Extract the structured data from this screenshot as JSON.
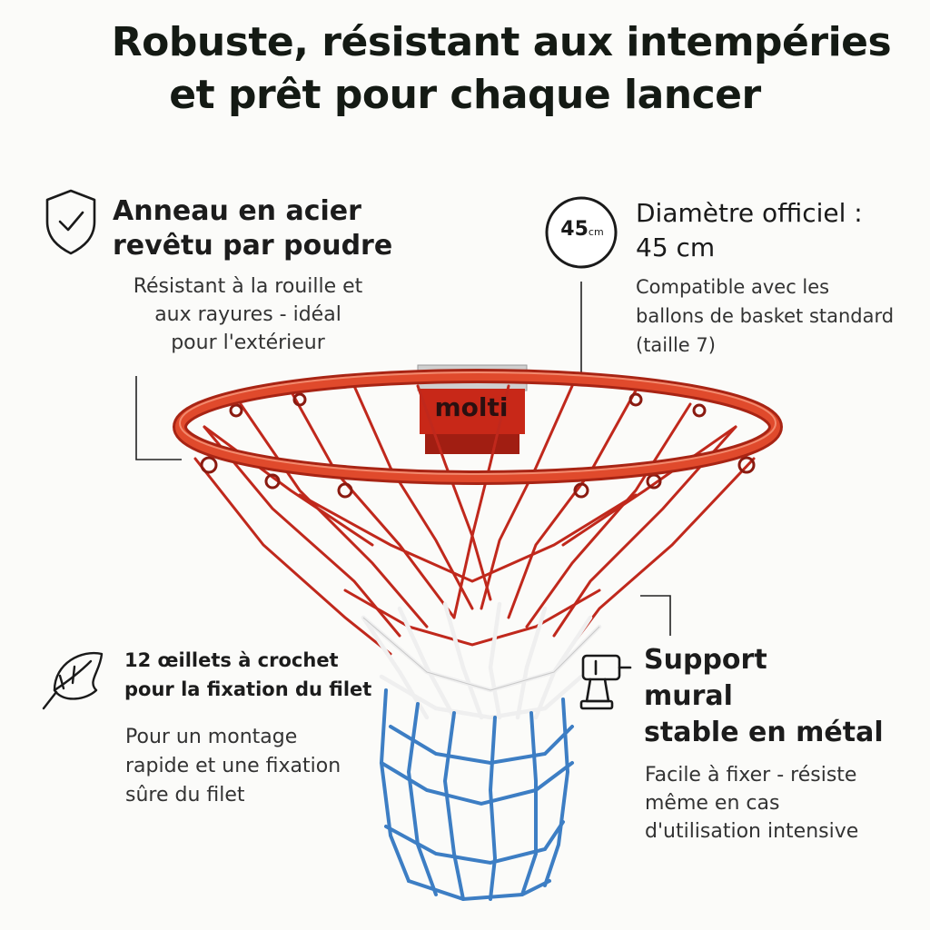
{
  "title": {
    "line1": "Robuste, résistant aux intempéries",
    "line2": "et prêt pour chaque lancer"
  },
  "features": {
    "coating": {
      "heading_line1": "Anneau en acier",
      "heading_line2": "revêtu par poudre",
      "body_line1": "Résistant à la rouille et",
      "body_line2": "aux rayures - idéal",
      "body_line3": "pour l'extérieur",
      "icon": "shield-check-icon"
    },
    "diameter": {
      "badge_value": "45",
      "badge_unit": "cm",
      "heading_line1": "Diamètre officiel :",
      "heading_line2": "45 cm",
      "body_line1": "Compatible avec les",
      "body_line2": "ballons de basket standard",
      "body_line3": "(taille 7)",
      "icon": "diameter-badge-icon"
    },
    "hooks": {
      "heading_line1": "12 œillets à crochet",
      "heading_line2": "pour la fixation du filet",
      "body_line1": "Pour un montage",
      "body_line2": "rapide et une fixation",
      "body_line3": "sûre du filet",
      "icon": "leaf-outline-icon"
    },
    "mount": {
      "heading_line1": "Support",
      "heading_line2": "mural",
      "heading_line3": "stable en métal",
      "body_line1": "Facile à fixer - résiste",
      "body_line2": "même en cas",
      "body_line3": "d'utilisation intensive",
      "icon": "drill-icon"
    }
  },
  "product": {
    "brand": "molti"
  },
  "colors": {
    "rim": "#d83a22",
    "net_red": "#c0281c",
    "net_white": "#f2f2f2",
    "net_blue": "#3d7ec4",
    "text": "#1a1a1a"
  }
}
